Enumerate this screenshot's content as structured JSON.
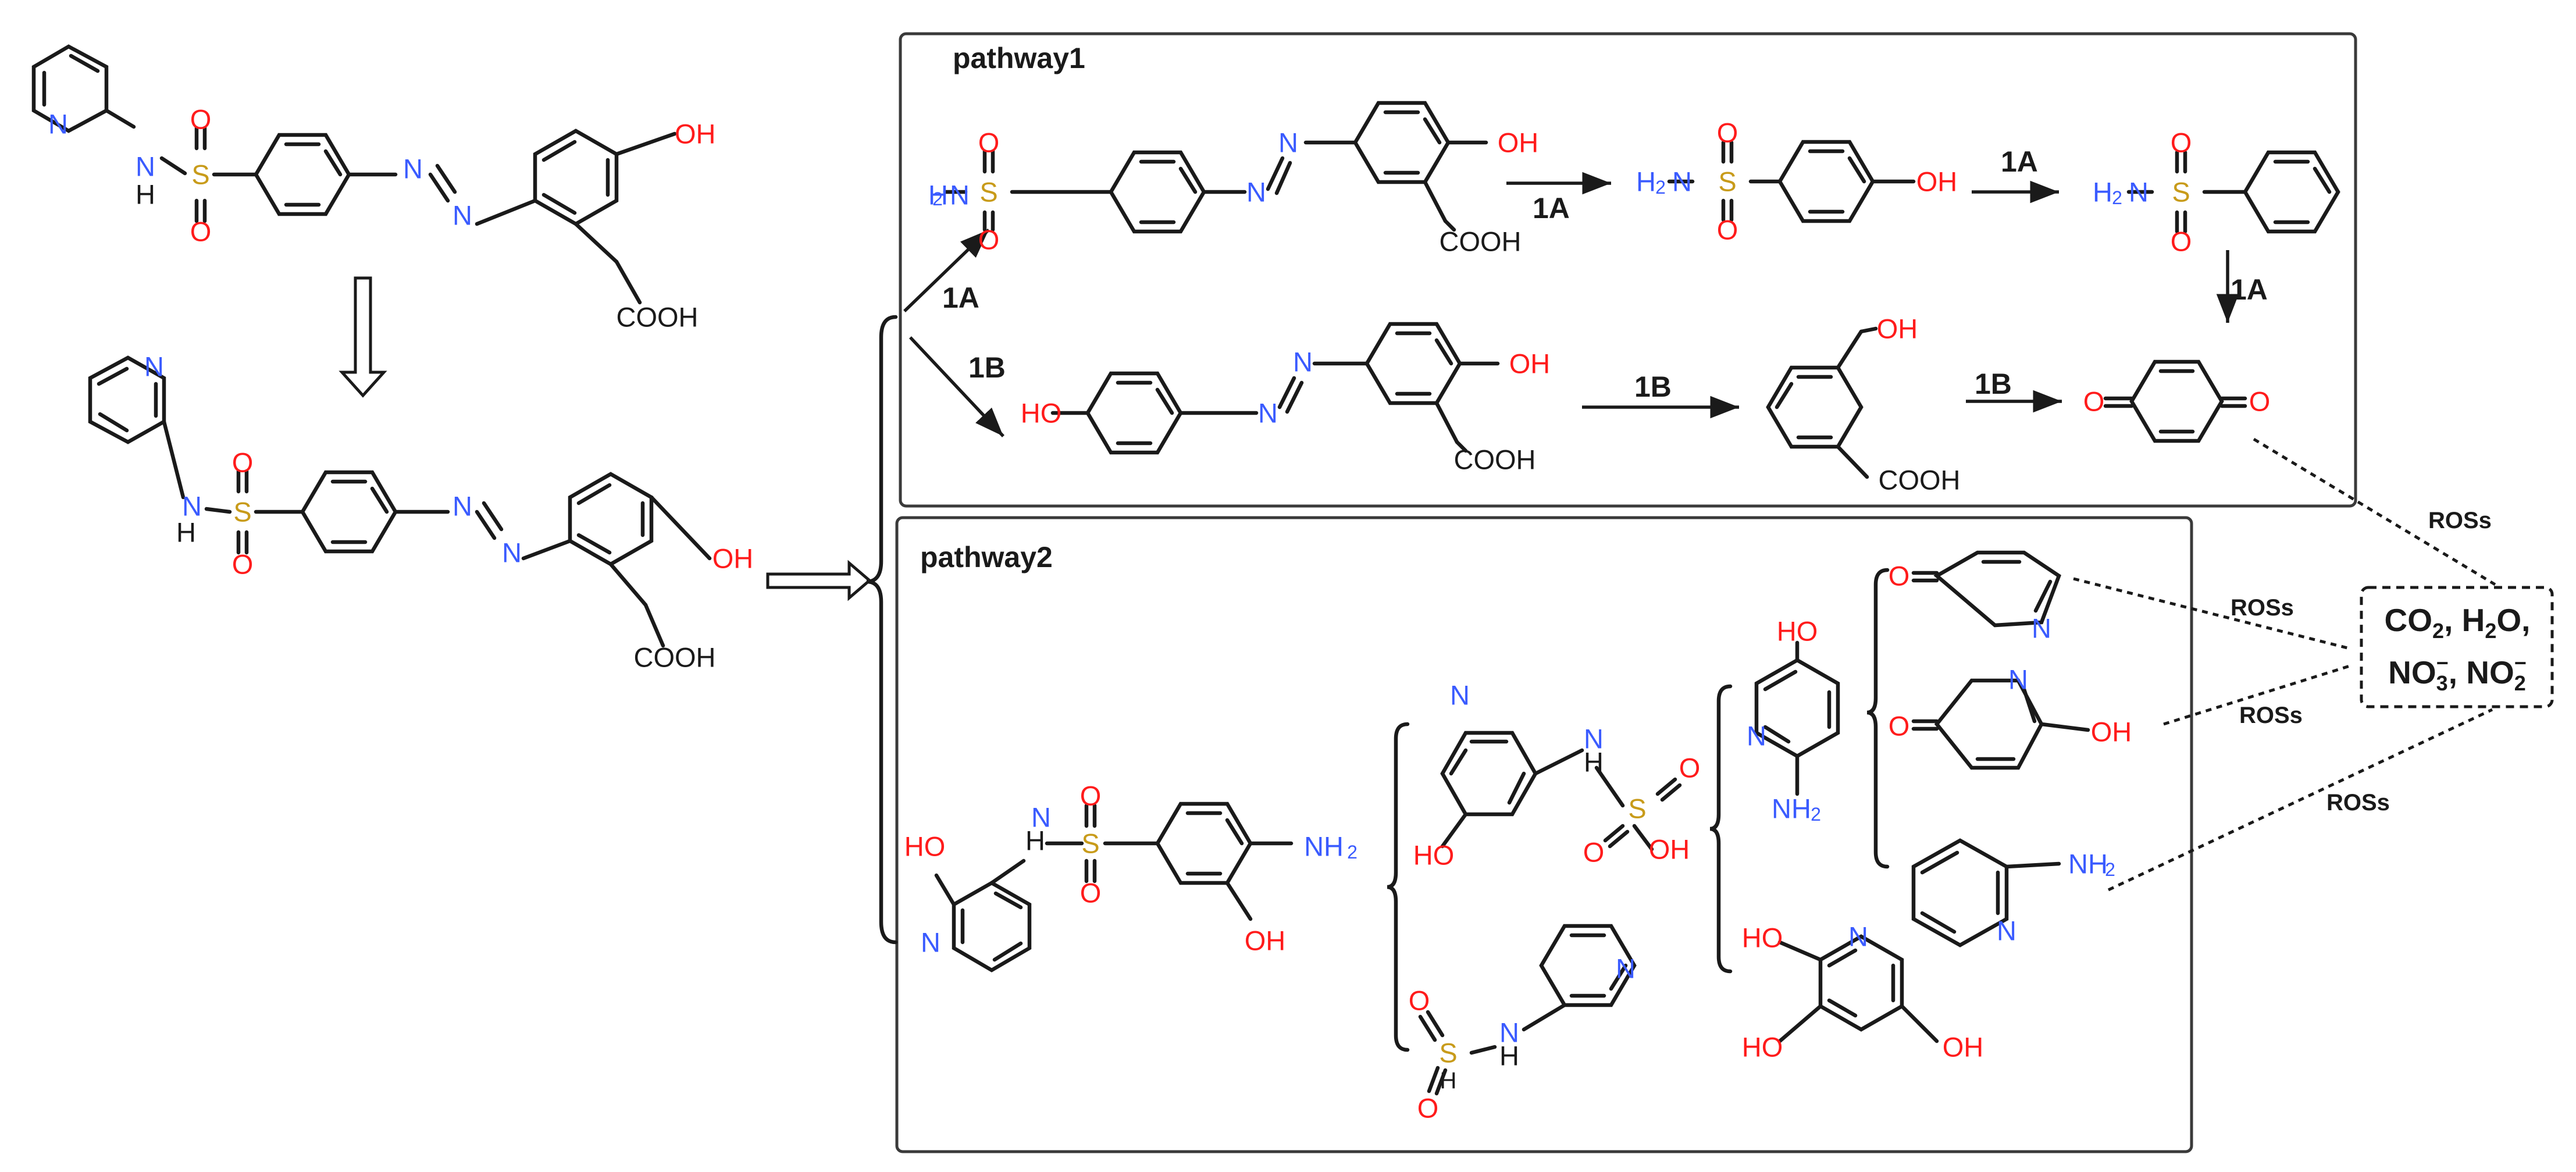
{
  "pathway1": {
    "title": "pathway1",
    "step_1A": "1A",
    "step_1B": "1B"
  },
  "pathway2": {
    "title": "pathway2"
  },
  "final_products": {
    "line1_a": "CO",
    "line1_a_sub": "2",
    "line1_sep": ", H",
    "line1_b_sub": "2",
    "line1_b": "O,",
    "line2_a": "NO",
    "line2_a_sub": "3",
    "line2_a_sup": "−",
    "line2_sep": ", NO",
    "line2_b_sub": "2",
    "line2_b_sup": "−"
  },
  "oxidant_label": "ROSs",
  "atoms": {
    "O": "O",
    "N": "N",
    "S": "S",
    "H": "H",
    "OH": "OH",
    "HO": "HO",
    "NH2": "NH",
    "H2N": "H",
    "COOH": "COOH",
    "two": "2"
  },
  "colors": {
    "oxygen": "#ff1b1b",
    "nitrogen": "#3a5bff",
    "sulfur": "#c89b1a",
    "bond": "#1a1a1a",
    "box": "#3a3a3a"
  }
}
